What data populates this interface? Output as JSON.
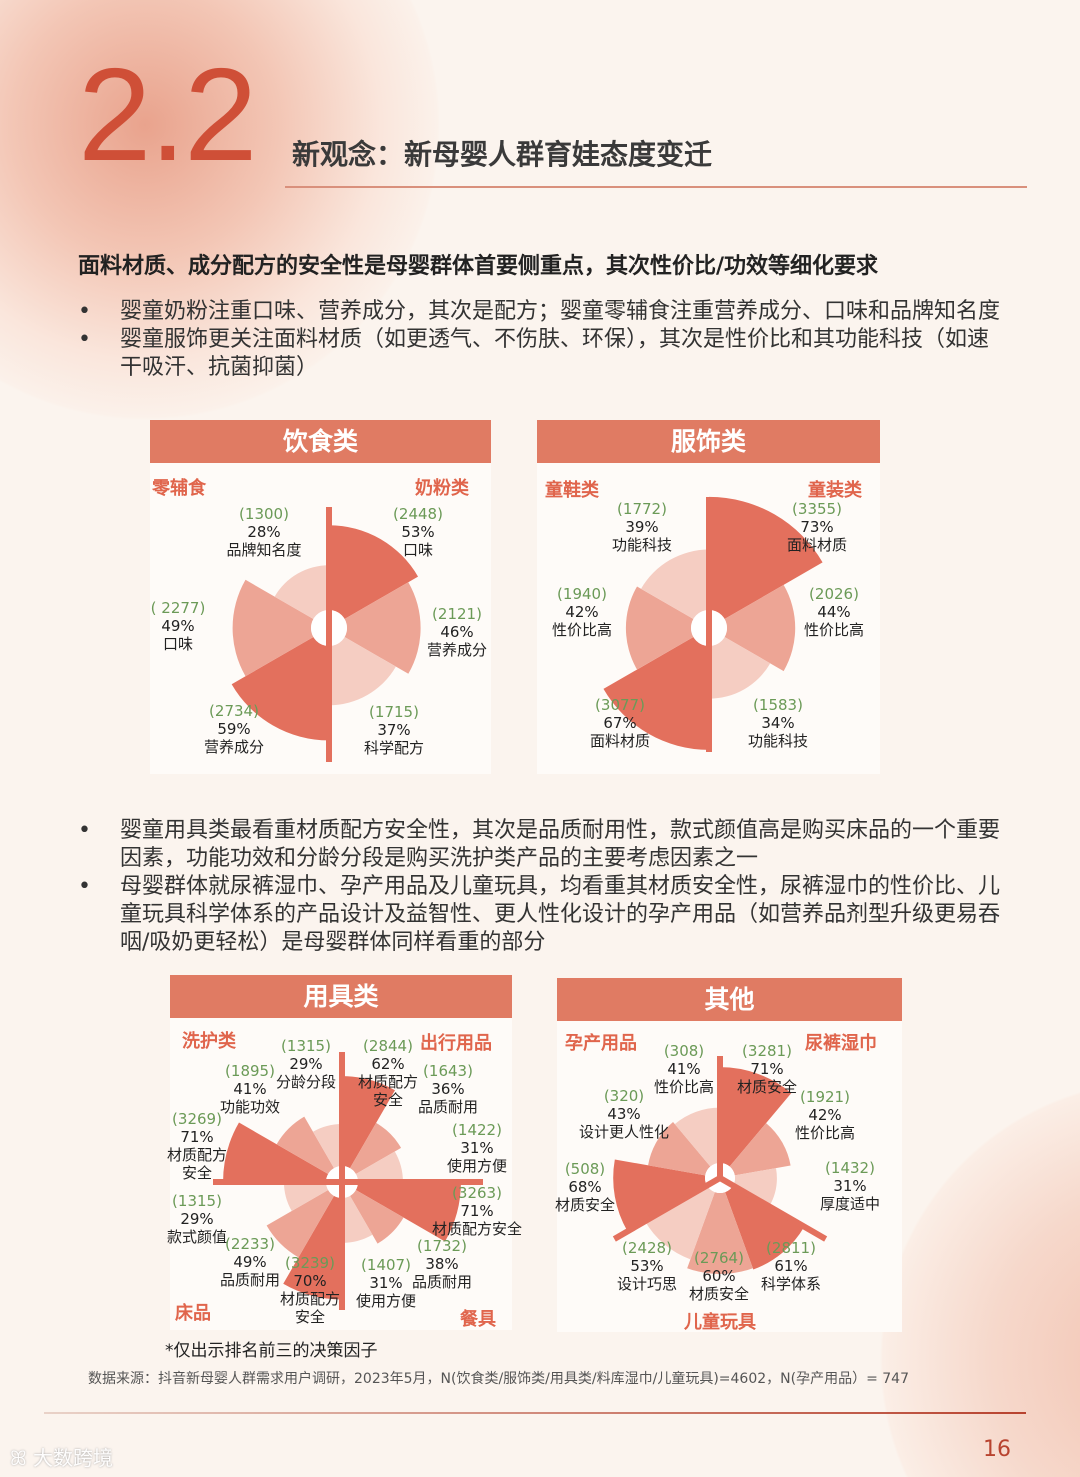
{
  "header": {
    "section_number": "2.2",
    "title": "新观念：新母婴人群育娃态度变迁"
  },
  "headline": "面料材质、成分配方的安全性是母婴群体首要侧重点，其次性价比/功效等细化要求",
  "bullets_top": [
    "婴童奶粉注重口味、营养成分，其次是配方；婴童零辅食注重营养成分、口味和品牌知名度",
    "婴童服饰更关注面料材质（如更透气、不伤肤、环保），其次是性价比和其功能科技（如速干吸汗、抗菌抑菌）"
  ],
  "bullets_bottom": [
    "婴童用具类最看重材质配方安全性，其次是品质耐用性，款式颜值高是购买床品的一个重要因素，功能功效和分龄分段是购买洗护类产品的主要考虑因素之一",
    "母婴群体就尿裤湿巾、孕产用品及儿童玩具，均看重其材质安全性，尿裤湿巾的性价比、儿童玩具科学体系的产品设计及益智性、更人性化设计的孕产用品（如营养品剂型升级更易吞咽/吸奶更轻松）是母婴群体同样看重的部分"
  ],
  "colors": {
    "accent": "#e07b63",
    "dark_sector": "#e3705d",
    "mid_sector": "#eda595",
    "light_sector": "#f5cdc2",
    "count_text": "#6b9a57",
    "title_red": "#cf4f37"
  },
  "chart_data": [
    {
      "type": "rose",
      "title": "饮食类",
      "groups": [
        {
          "name": "奶粉类",
          "items": [
            {
              "count": "(2448)",
              "pct": 53,
              "name": "口味"
            },
            {
              "count": "(2121)",
              "pct": 46,
              "name": "营养成分"
            },
            {
              "count": "(1715)",
              "pct": 37,
              "name": "科学配方"
            }
          ]
        },
        {
          "name": "零辅食",
          "items": [
            {
              "count": "(2734)",
              "pct": 59,
              "name": "营养成分"
            },
            {
              "count": "( 2277)",
              "pct": 49,
              "name": "口味"
            },
            {
              "count": "(1300)",
              "pct": 28,
              "name": "品牌知名度"
            }
          ]
        }
      ]
    },
    {
      "type": "rose",
      "title": "服饰类",
      "groups": [
        {
          "name": "童装类",
          "items": [
            {
              "count": "(3355)",
              "pct": 73,
              "name": "面料材质"
            },
            {
              "count": "(2026)",
              "pct": 44,
              "name": "性价比高"
            },
            {
              "count": "(1583)",
              "pct": 34,
              "name": "功能科技"
            }
          ]
        },
        {
          "name": "童鞋类",
          "items": [
            {
              "count": "(3077)",
              "pct": 67,
              "name": "面料材质"
            },
            {
              "count": "(1940)",
              "pct": 42,
              "name": "性价比高"
            },
            {
              "count": "(1772)",
              "pct": 39,
              "name": "功能科技"
            }
          ]
        }
      ]
    },
    {
      "type": "rose",
      "title": "用具类",
      "groups": [
        {
          "name": "出行用品",
          "items": [
            {
              "count": "(2844)",
              "pct": 62,
              "name": "材质配方\n安全"
            },
            {
              "count": "(1643)",
              "pct": 36,
              "name": "品质耐用"
            },
            {
              "count": "(1422)",
              "pct": 31,
              "name": "使用方便"
            }
          ]
        },
        {
          "name": "餐具",
          "items": [
            {
              "count": "(3263)",
              "pct": 71,
              "name": "材质配方安全"
            },
            {
              "count": "(1732)",
              "pct": 38,
              "name": "品质耐用"
            },
            {
              "count": "(1407)",
              "pct": 31,
              "name": "使用方便"
            }
          ]
        },
        {
          "name": "床品",
          "items": [
            {
              "count": "(3239)",
              "pct": 70,
              "name": "材质配方\n安全"
            },
            {
              "count": "(2233)",
              "pct": 49,
              "name": "品质耐用"
            },
            {
              "count": "(1315)",
              "pct": 29,
              "name": "款式颜值"
            }
          ]
        },
        {
          "name": "洗护类",
          "items": [
            {
              "count": "(3269)",
              "pct": 71,
              "name": "材质配方\n安全"
            },
            {
              "count": "(1895)",
              "pct": 41,
              "name": "功能功效"
            },
            {
              "count": "(1315)",
              "pct": 29,
              "name": "分龄分段"
            }
          ]
        }
      ]
    },
    {
      "type": "rose",
      "title": "其他",
      "groups": [
        {
          "name": "尿裤湿巾",
          "items": [
            {
              "count": "(3281)",
              "pct": 71,
              "name": "材质安全"
            },
            {
              "count": "(1921)",
              "pct": 42,
              "name": "性价比高"
            },
            {
              "count": "(1432)",
              "pct": 31,
              "name": "厚度适中"
            }
          ]
        },
        {
          "name": "儿童玩具",
          "items": [
            {
              "count": "(2811)",
              "pct": 61,
              "name": "科学体系"
            },
            {
              "count": "(2764)",
              "pct": 60,
              "name": "材质安全"
            },
            {
              "count": "(2428)",
              "pct": 53,
              "name": "设计巧思"
            }
          ]
        },
        {
          "name": "孕产用品",
          "items": [
            {
              "count": "(508)",
              "pct": 68,
              "name": "材质安全"
            },
            {
              "count": "(320)",
              "pct": 43,
              "name": "设计更人性化"
            },
            {
              "count": "(308)",
              "pct": 41,
              "name": "性价比高"
            }
          ]
        }
      ]
    }
  ],
  "note": "*仅出示排名前三的决策因子",
  "source": "数据来源：抖音新母婴人群需求用户调研，2023年5月，N(饮食类/服饰类/用具类/料库湿巾/儿童玩具)=4602，N(孕产用品）= 747",
  "page_number": "16",
  "watermark": "大数跨境"
}
